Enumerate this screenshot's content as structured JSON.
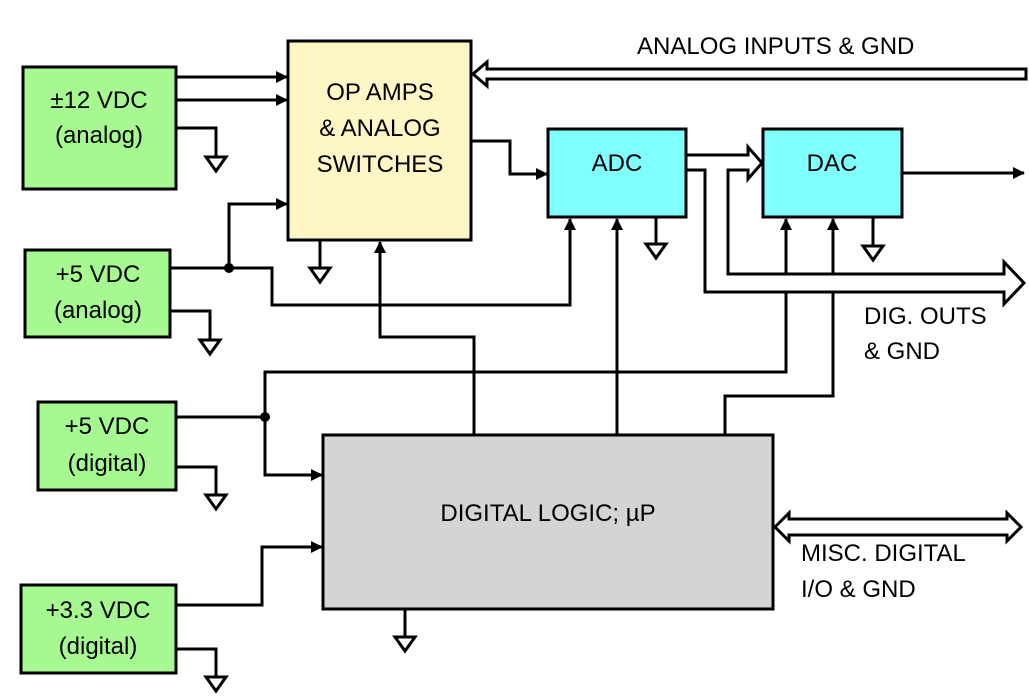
{
  "colors": {
    "power_block": "#a6f991",
    "analog_block": "#fff6c5",
    "converter_block": "#80ffff",
    "digital_block": "#d4d4d4",
    "line": "#000000"
  },
  "blocks": {
    "pwr_12_analog": {
      "line1": "±12 VDC",
      "line2": "(analog)"
    },
    "pwr_5_analog": {
      "line1": "+5 VDC",
      "line2": "(analog)"
    },
    "pwr_5_digital": {
      "line1": "+5 VDC",
      "line2": "(digital)"
    },
    "pwr_3v3_digital": {
      "line1": "+3.3 VDC",
      "line2": "(digital)"
    },
    "op_amps": {
      "line1": "OP AMPS",
      "line2": "& ANALOG",
      "line3": "SWITCHES"
    },
    "adc": {
      "label": "ADC"
    },
    "dac": {
      "label": "DAC"
    },
    "digital_logic": {
      "label": "DIGITAL LOGIC; µP"
    }
  },
  "labels": {
    "analog_inputs": "ANALOG INPUTS & GND",
    "dig_outs_line1": "DIG. OUTS",
    "dig_outs_line2": "& GND",
    "misc_io_line1": "MISC. DIGITAL",
    "misc_io_line2": "I/O & GND"
  }
}
